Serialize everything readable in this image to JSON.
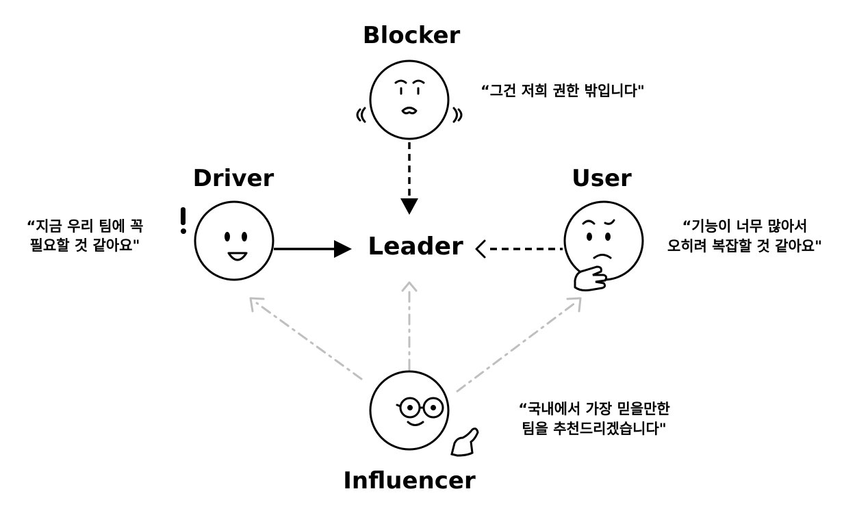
{
  "roles": {
    "blocker": {
      "label": "Blocker",
      "quote": [
        "“그건 저희 권한 밖입니다\""
      ]
    },
    "driver": {
      "label": "Driver",
      "quote": [
        "“지금 우리 팀에 꼭",
        "필요할 것 같아요\""
      ]
    },
    "user": {
      "label": "User",
      "quote": [
        "“기능이 너무 많아서",
        "오히려 복잡할 것 같아요\""
      ]
    },
    "influencer": {
      "label": "Influencer",
      "quote": [
        "“국내에서 가장 믿을만한",
        "팀을 추천드리겠습니다\""
      ]
    },
    "leader": {
      "label": "Leader"
    }
  },
  "colors": {
    "ink": "#000000",
    "influence_arrow": "#bfbfbf",
    "background": "#ffffff"
  },
  "icons": {
    "driver_accent": "exclamation-icon",
    "blocker_accent": "shaking-icon",
    "user_accent": "thinking-hand-icon",
    "influencer_accent": "glasses-icon"
  }
}
